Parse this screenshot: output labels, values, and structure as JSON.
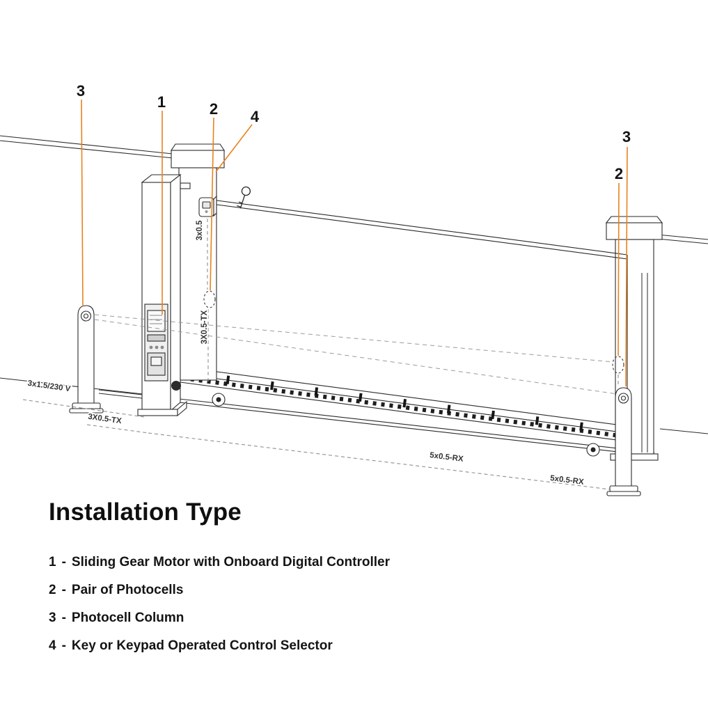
{
  "title": "Installation Type",
  "legend": {
    "items": [
      {
        "num": "1",
        "dash": "-",
        "text": "Sliding Gear Motor with Onboard Digital Controller"
      },
      {
        "num": "2",
        "dash": "-",
        "text": "Pair of Photocells"
      },
      {
        "num": "3",
        "dash": "-",
        "text": "Photocell Column"
      },
      {
        "num": "4",
        "dash": "-",
        "text": "Key or Keypad Operated Control Selector"
      }
    ]
  },
  "diagram": {
    "callouts": {
      "col_left": "3",
      "motor": "1",
      "photocell_left": "2",
      "selector": "4",
      "col_right": "3",
      "photocell_right": "2"
    },
    "wires": {
      "keypad": "3x0.5",
      "tx_vertical": "3X0.5-TX",
      "power": "3x1.5/230 V",
      "tx_ground": "3X0.5-TX",
      "rx_mid": "5x0.5-RX",
      "rx_right": "5x0.5-RX"
    },
    "colors": {
      "leader": "#E8821E",
      "outline": "#2A2A2A",
      "dashed": "#8F8F8F",
      "background": "#FFFFFF"
    }
  }
}
